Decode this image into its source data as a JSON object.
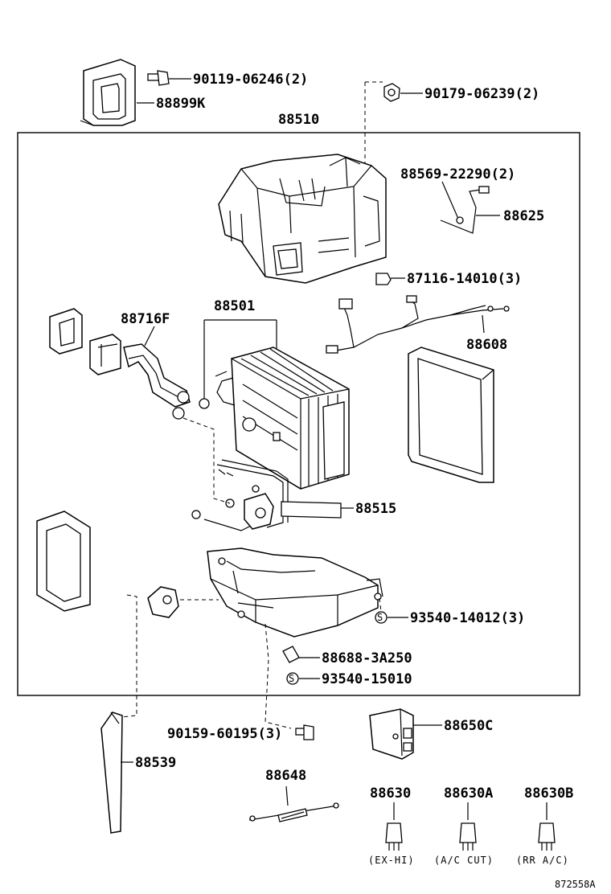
{
  "labels": {
    "p88899k": "88899K",
    "p90119": "90119-06246(2)",
    "p90179": "90179-06239(2)",
    "p88510": "88510",
    "p88569": "88569-22290(2)",
    "p88625": "88625",
    "p87116": "87116-14010(3)",
    "p88716f": "88716F",
    "p88501": "88501",
    "p88608": "88608",
    "p88515": "88515",
    "p93540_14012": "93540-14012(3)",
    "p88688": "88688-3A250",
    "p93540_15010": "93540-15010",
    "p90159": "90159-60195(3)",
    "p88650c": "88650C",
    "p88539": "88539",
    "p88648": "88648",
    "p88630": "88630",
    "p88630a": "88630A",
    "p88630b": "88630B",
    "sub_exhi": "(EX-HI)",
    "sub_accut": "(A/C CUT)",
    "sub_rrac": "(RR A/C)",
    "figure_code": "872558A",
    "s_mark": "S"
  }
}
